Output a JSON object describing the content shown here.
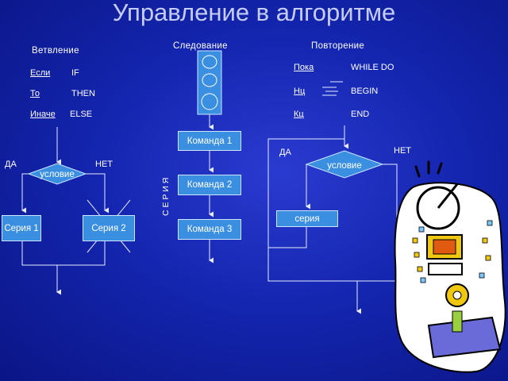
{
  "title": "Управление в алгоритме",
  "sections": {
    "branching": "Ветвление",
    "sequence": "Следование",
    "loop": "Повторение"
  },
  "branching": {
    "rows": [
      {
        "ru": "Если",
        "en": "IF"
      },
      {
        "ru": "То",
        "en": "THEN"
      },
      {
        "ru": "Иначе",
        "en": "ELSE"
      }
    ],
    "yes": "ДА",
    "no": "НЕТ",
    "condition": "условие",
    "series1": "Серия 1",
    "series2": "Серия 2"
  },
  "sequence": {
    "cmd1": "Команда 1",
    "cmd2": "Команда 2",
    "cmd3": "Команда 3",
    "vertical": "С Е Р И Я"
  },
  "loop": {
    "rows": [
      {
        "ru": "Пока",
        "en": "WHILE DO"
      },
      {
        "ru": "Нц",
        "en": "BEGIN"
      },
      {
        "ru": "Кц",
        "en": "END"
      }
    ],
    "yes": "ДА",
    "no": "НЕТ",
    "condition": "условие",
    "series": "серия"
  },
  "colors": {
    "box_fill": "#3b8fe0",
    "box_border": "#cfe6ff",
    "line": "#e6ecff",
    "background": "#1426b0"
  }
}
